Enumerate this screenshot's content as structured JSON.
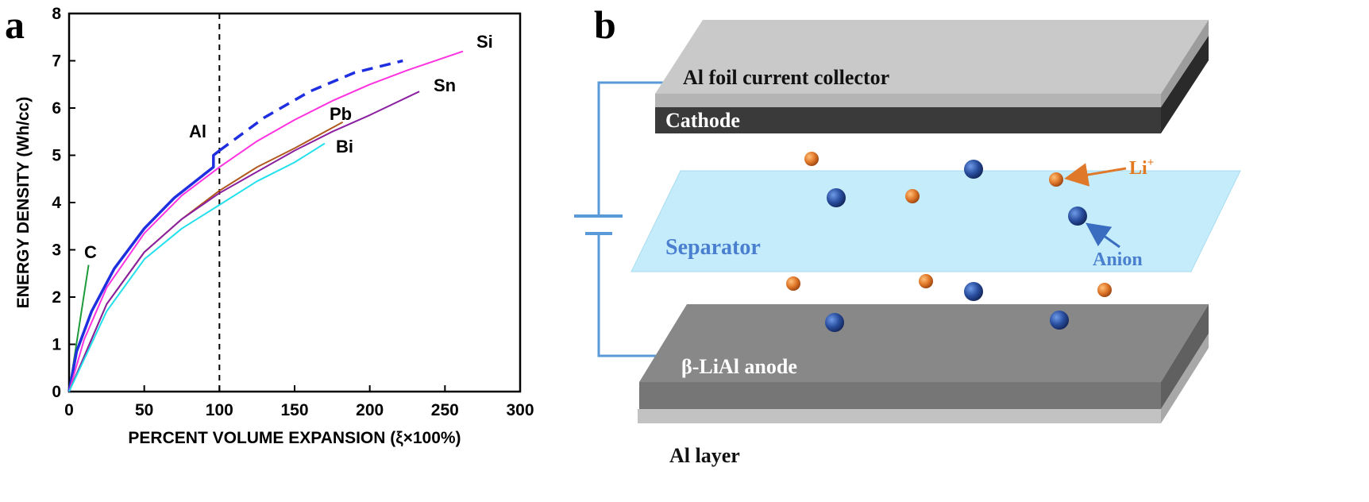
{
  "panel_a": {
    "label": "a",
    "chart_data": {
      "type": "line",
      "xlabel": "PERCENT VOLUME EXPANSION (ξ×100%)",
      "ylabel": "ENERGY DENSITY (Wh/cc)",
      "xlim": [
        0,
        300
      ],
      "ylim": [
        0,
        8
      ],
      "xticks": [
        "0",
        "50",
        "100",
        "150",
        "200",
        "250",
        "300"
      ],
      "yticks": [
        "0",
        "1",
        "2",
        "3",
        "4",
        "5",
        "6",
        "7",
        "8"
      ],
      "grid": false,
      "vline": {
        "x": 100,
        "style": "dashed"
      },
      "series": [
        {
          "name": "C",
          "color": "#1f9a3a",
          "x": [
            0,
            13
          ],
          "y": [
            0,
            2.68
          ]
        },
        {
          "name": "Al",
          "color": "#1f2fe0",
          "x": [
            0,
            5,
            15,
            30,
            50,
            70,
            90,
            96,
            96,
            100
          ],
          "y": [
            0,
            0.85,
            1.7,
            2.6,
            3.45,
            4.1,
            4.6,
            4.75,
            5.0,
            5.1
          ]
        },
        {
          "name": "Al",
          "color": "#1f2fe0",
          "style": "dashed",
          "x": [
            100,
            130,
            160,
            190,
            222
          ],
          "y": [
            5.1,
            5.8,
            6.35,
            6.75,
            7.0
          ]
        },
        {
          "name": "Si",
          "color": "#ff33e0",
          "x": [
            0,
            10,
            25,
            50,
            75,
            100,
            125,
            150,
            175,
            200,
            225,
            262
          ],
          "y": [
            0,
            1.1,
            2.2,
            3.35,
            4.15,
            4.75,
            5.3,
            5.75,
            6.15,
            6.5,
            6.8,
            7.2
          ]
        },
        {
          "name": "Pb",
          "color": "#b05a20",
          "x": [
            0,
            25,
            50,
            75,
            100,
            125,
            150,
            182
          ],
          "y": [
            0,
            1.85,
            2.95,
            3.65,
            4.25,
            4.75,
            5.15,
            5.7
          ]
        },
        {
          "name": "Sn",
          "color": "#8a1fa0",
          "x": [
            0,
            25,
            50,
            75,
            100,
            125,
            150,
            175,
            200,
            233
          ],
          "y": [
            0,
            1.85,
            2.95,
            3.65,
            4.2,
            4.65,
            5.1,
            5.5,
            5.85,
            6.35
          ]
        },
        {
          "name": "Bi",
          "color": "#22e0ec",
          "x": [
            0,
            25,
            50,
            75,
            100,
            125,
            150,
            170
          ],
          "y": [
            0,
            1.7,
            2.8,
            3.45,
            3.95,
            4.45,
            4.85,
            5.25
          ]
        }
      ],
      "annotations": [
        "C",
        "Al",
        "Si",
        "Pb",
        "Sn",
        "Bi"
      ]
    }
  },
  "panel_b": {
    "label": "b",
    "collector_label": "Al foil current collector",
    "cathode_label": "Cathode",
    "separator_label": "Separator",
    "li_label": "Li",
    "li_sup": "+",
    "anion_label": "Anion",
    "anode_label": "β-LiAl anode",
    "al_layer_label": "Al layer",
    "colors": {
      "separator": "#c4ecfa",
      "wire": "#5a9ad8",
      "li_ion": "#e0782a",
      "anion": "#2a4fa0"
    }
  }
}
